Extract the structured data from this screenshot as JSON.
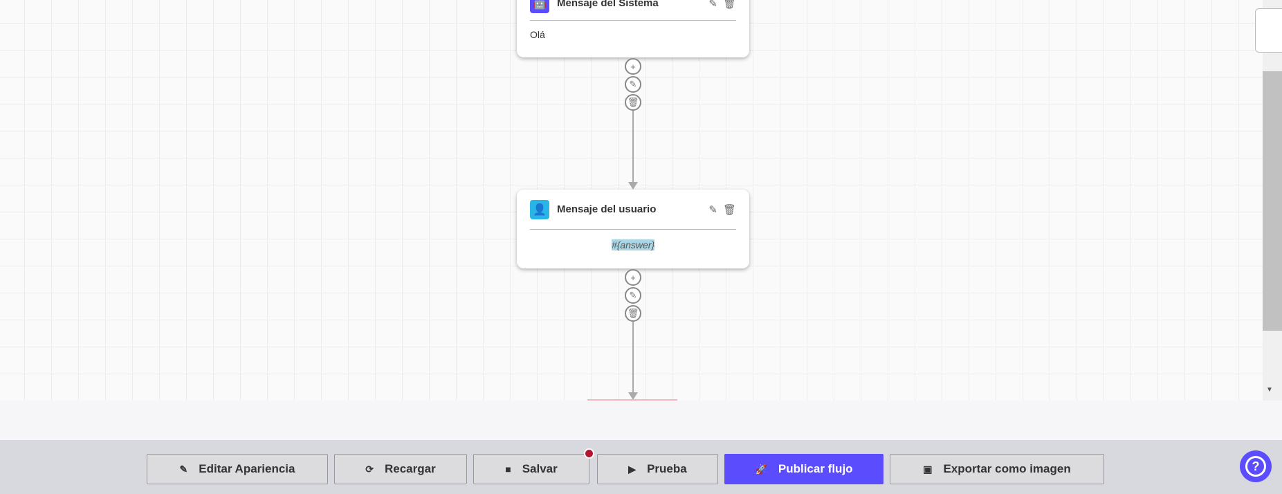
{
  "nodes": [
    {
      "title": "Mensaje del Sistema",
      "body": "Olá",
      "icon": "robot-icon",
      "icon_color": "#5b4dfd"
    },
    {
      "title": "Mensaje del usuario",
      "body": "#{answer}",
      "icon": "user-icon",
      "icon_color": "#29b6e6"
    }
  ],
  "toolbar": {
    "edit_appearance": "Editar Apariencia",
    "reload": "Recargar",
    "save": "Salvar",
    "test": "Prueba",
    "publish": "Publicar flujo",
    "export": "Exportar como imagen",
    "help": "?"
  },
  "colors": {
    "primary": "#5b4dfd",
    "unsaved_dot": "#b5162f"
  }
}
